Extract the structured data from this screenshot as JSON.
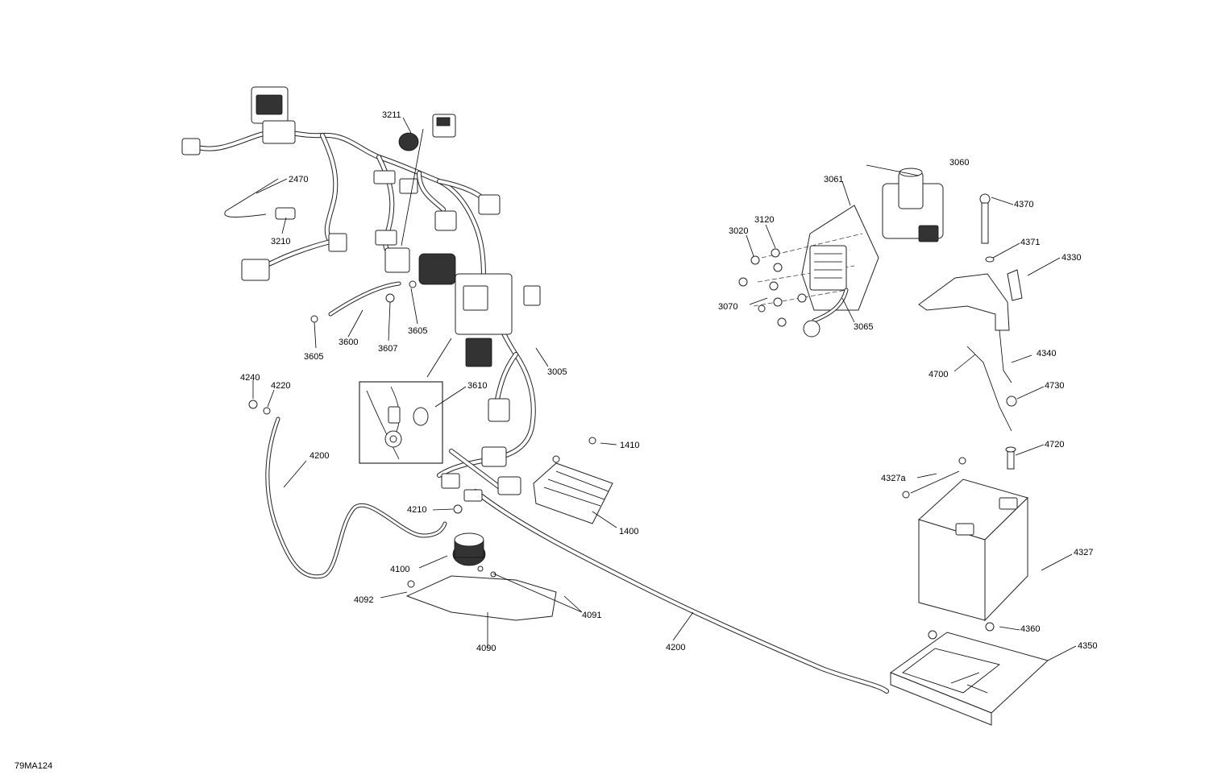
{
  "diagram_code": "79MA124",
  "callouts": [
    {
      "id": "c3211",
      "text": "3211"
    },
    {
      "id": "c2470",
      "text": "2470"
    },
    {
      "id": "c3210",
      "text": "3210"
    },
    {
      "id": "c3605a",
      "text": "3605"
    },
    {
      "id": "c3605b",
      "text": "3605"
    },
    {
      "id": "c3600",
      "text": "3600"
    },
    {
      "id": "c3607",
      "text": "3607"
    },
    {
      "id": "c3005",
      "text": "3005"
    },
    {
      "id": "c3610",
      "text": "3610"
    },
    {
      "id": "c4240",
      "text": "4240"
    },
    {
      "id": "c4220",
      "text": "4220"
    },
    {
      "id": "c4200a",
      "text": "4200"
    },
    {
      "id": "c4210",
      "text": "4210"
    },
    {
      "id": "c1410",
      "text": "1410"
    },
    {
      "id": "c1400",
      "text": "1400"
    },
    {
      "id": "c4100",
      "text": "4100"
    },
    {
      "id": "c4092",
      "text": "4092"
    },
    {
      "id": "c4091",
      "text": "4091"
    },
    {
      "id": "c4090",
      "text": "4090"
    },
    {
      "id": "c4200b",
      "text": "4200"
    },
    {
      "id": "c3060",
      "text": "3060"
    },
    {
      "id": "c3061",
      "text": "3061"
    },
    {
      "id": "c3120",
      "text": "3120"
    },
    {
      "id": "c3020",
      "text": "3020"
    },
    {
      "id": "c3070",
      "text": "3070"
    },
    {
      "id": "c3065",
      "text": "3065"
    },
    {
      "id": "c4370",
      "text": "4370"
    },
    {
      "id": "c4371",
      "text": "4371"
    },
    {
      "id": "c4330",
      "text": "4330"
    },
    {
      "id": "c4340",
      "text": "4340"
    },
    {
      "id": "c4700",
      "text": "4700"
    },
    {
      "id": "c4730",
      "text": "4730"
    },
    {
      "id": "c4720",
      "text": "4720"
    },
    {
      "id": "c4327a",
      "text": "4327a"
    },
    {
      "id": "c4327",
      "text": "4327"
    },
    {
      "id": "c4360",
      "text": "4360"
    },
    {
      "id": "c4350",
      "text": "4350"
    }
  ]
}
